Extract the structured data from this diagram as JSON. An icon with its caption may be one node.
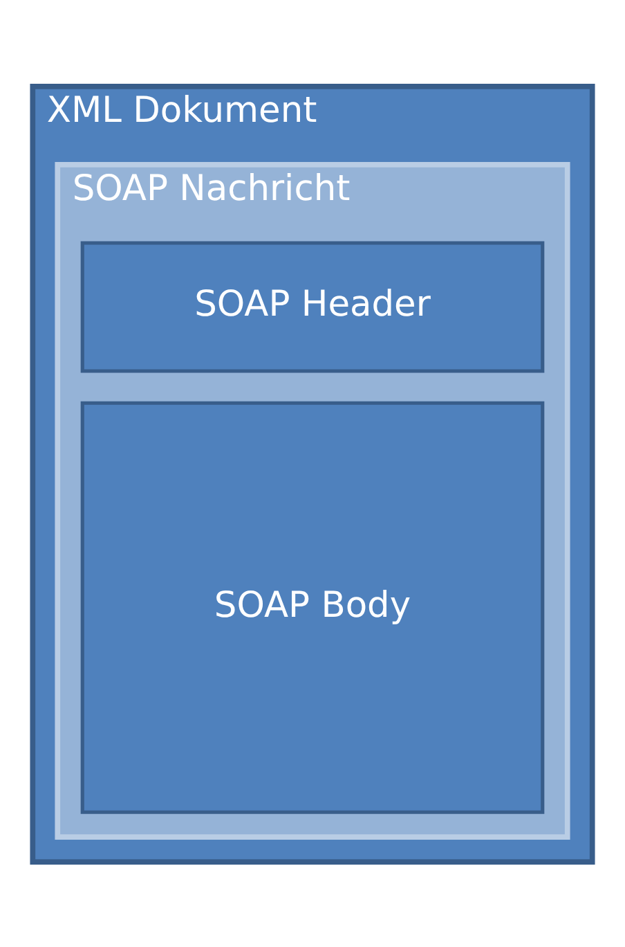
{
  "diagram": {
    "nodes": [
      {
        "text": [
          "XML Dokument"
        ]
      },
      {
        "text": [
          "SOAP Nachricht"
        ],
        "in": 0
      },
      {
        "text": [
          "SOAP Header"
        ],
        "in": 1
      },
      {
        "text": [
          "SOAP Body"
        ],
        "in": 1
      }
    ]
  }
}
